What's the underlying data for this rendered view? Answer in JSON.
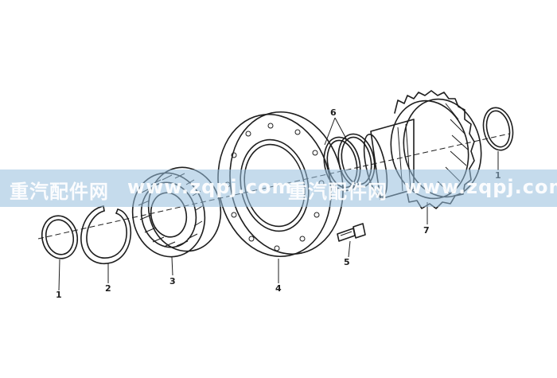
{
  "callouts": {
    "c1_left": "1",
    "c2": "2",
    "c3": "3",
    "c4": "4",
    "c5": "5",
    "c6": "6",
    "c7": "7",
    "c1_right": "1"
  },
  "watermark": {
    "text_1": "重汽配件网",
    "text_2": "www.zqpj.com",
    "text_3": "重汽配件网",
    "text_4": "www.zqpj.com"
  },
  "colors": {
    "line": "#1e1e1e",
    "watermark_band": "#96bedc"
  }
}
